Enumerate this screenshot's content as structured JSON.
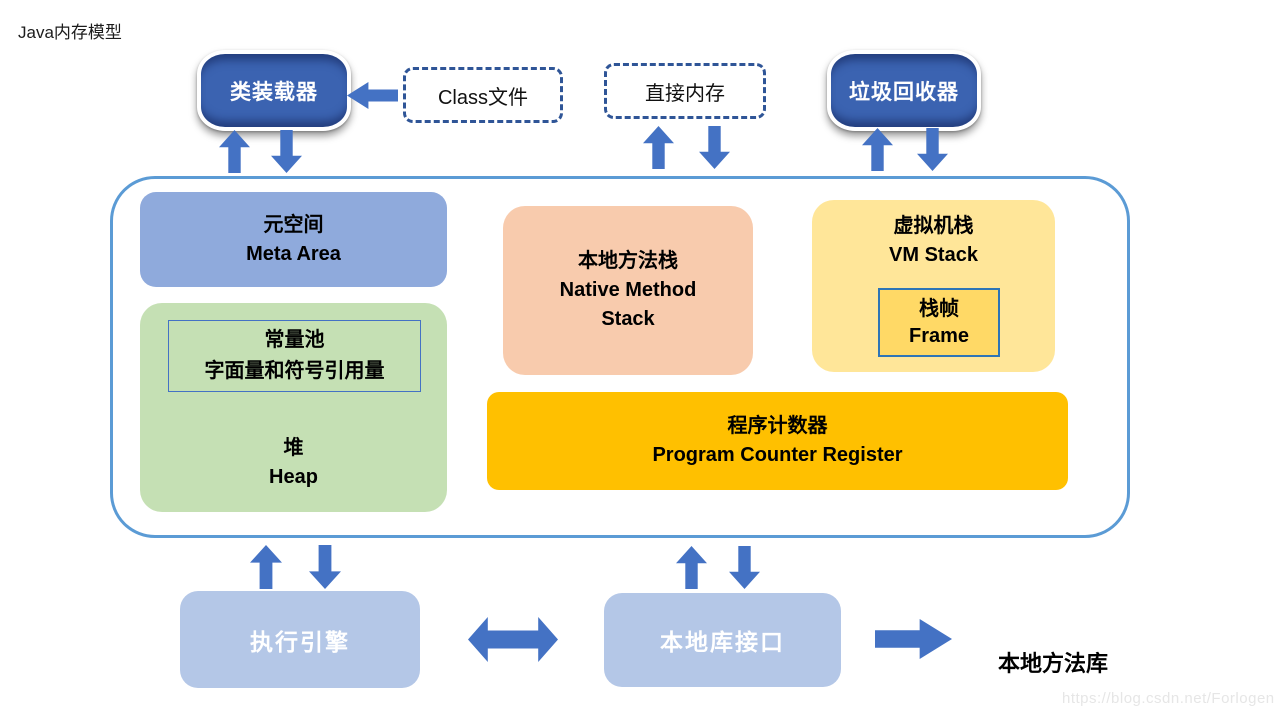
{
  "page": {
    "title": "Java内存模型",
    "watermark": "https://blog.csdn.net/Forlogen"
  },
  "colors": {
    "arrow_blue": "#4472C4",
    "cylinder_blue": "#3B63B1",
    "dashed_border": "#2F5597",
    "container_border": "#5B9BD5",
    "meta_bg": "#8FAADC",
    "heap_bg": "#C5E0B4",
    "native_bg": "#F8CBAD",
    "vm_bg": "#FFE699",
    "frame_bg": "#FFD966",
    "pcr_bg": "#FFC000",
    "engine_bg": "#B4C7E7"
  },
  "top_row": {
    "class_loader": "类装载器",
    "class_file": "Class文件",
    "direct_memory": "直接内存",
    "garbage_collector": "垃圾回收器"
  },
  "runtime_area": {
    "meta_area": {
      "line1": "元空间",
      "line2": "Meta Area"
    },
    "heap": {
      "line1": "堆",
      "line2": "Heap",
      "constant_pool": {
        "line1": "常量池",
        "line2": "字面量和符号引用量"
      }
    },
    "native_method_stack": {
      "line1": "本地方法栈",
      "line2": "Native Method",
      "line3": "Stack"
    },
    "vm_stack": {
      "line1": "虚拟机栈",
      "line2": "VM Stack",
      "frame": {
        "line1": "栈帧",
        "line2": "Frame"
      }
    },
    "pc_register": {
      "line1": "程序计数器",
      "line2": "Program Counter Register"
    }
  },
  "bottom_row": {
    "execution_engine": "执行引擎",
    "native_interface": "本地库接口",
    "native_library": "本地方法库"
  }
}
